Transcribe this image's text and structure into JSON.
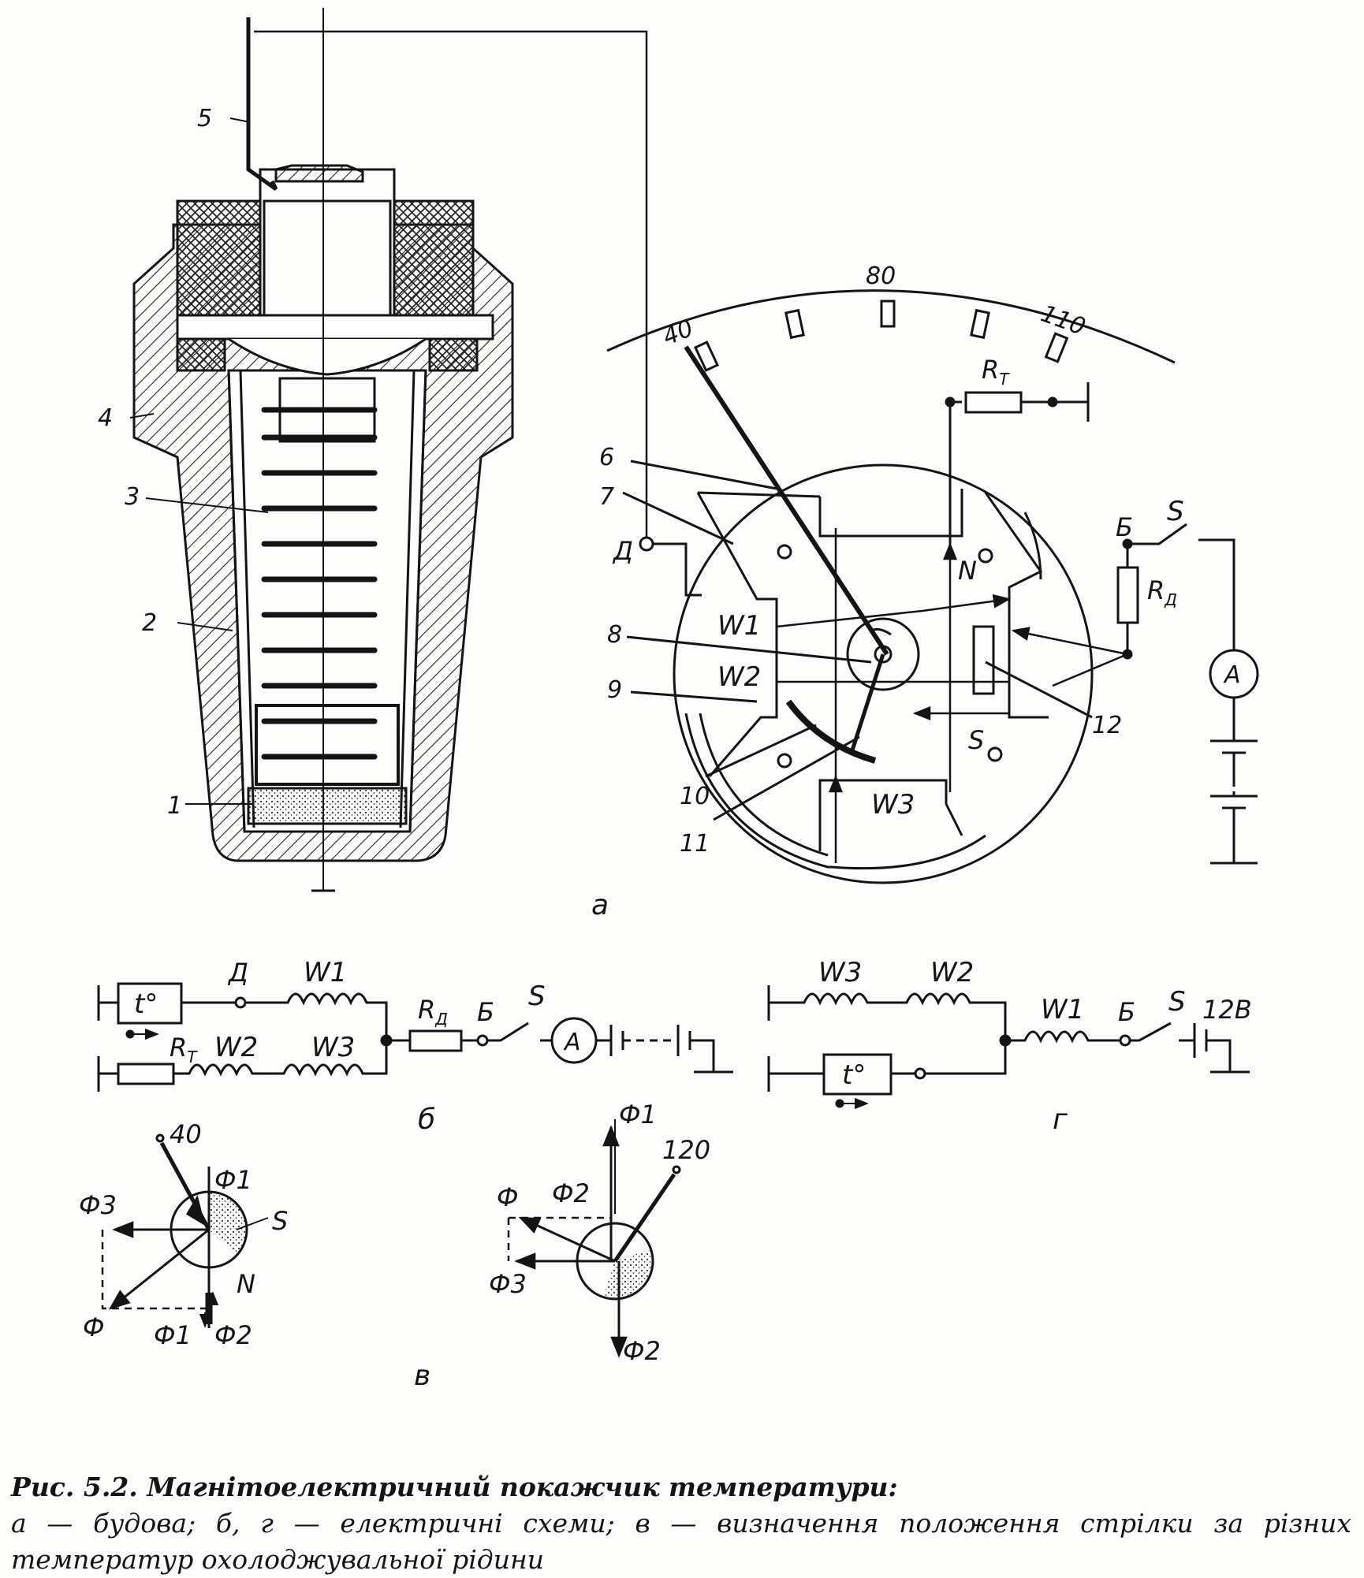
{
  "caption": {
    "title": "Рис. 5.2. Магнітоелектричний покажчик температури:",
    "body": "а — будова; б, г — електричні схеми; в — визначення положення стрілки за різних температур охолоджувальної рідини"
  },
  "panel_labels": {
    "a": "а",
    "b": "б",
    "v": "в",
    "g": "г"
  },
  "sensor_callouts": [
    "1",
    "2",
    "3",
    "4",
    "5"
  ],
  "gauge": {
    "callouts": [
      "6",
      "7",
      "8",
      "9",
      "10",
      "11",
      "12"
    ],
    "scale": [
      "40",
      "80",
      "110"
    ],
    "terminals": {
      "d": "Д",
      "b": "Б"
    },
    "coils": {
      "w1": "W1",
      "w2": "W2",
      "w3": "W3"
    },
    "poles": {
      "n": "N",
      "s": "S"
    },
    "rt": "R",
    "rt_sub": "Т",
    "rd": "R",
    "rd_sub": "Д",
    "switch": "S",
    "ammeter": "A"
  },
  "scheme_b": {
    "temp": "t°",
    "d": "Д",
    "w1": "W1",
    "w2": "W2",
    "w3": "W3",
    "rt": "R",
    "rt_sub": "Т",
    "rd": "R",
    "rd_sub": "Д",
    "b": "Б",
    "s": "S",
    "ammeter": "A"
  },
  "scheme_g": {
    "w3": "W3",
    "w2": "W2",
    "w1": "W1",
    "b": "Б",
    "s": "S",
    "voltage": "12В",
    "temp": "t°"
  },
  "vector_left": {
    "scale": "40",
    "phi": "Ф",
    "phi1": "Ф1",
    "phi2": "Ф2",
    "phi3": "Ф3",
    "s": "S",
    "n": "N",
    "phi1_b": "Ф1"
  },
  "vector_right": {
    "scale": "120",
    "phi": "Ф",
    "phi1": "Ф1",
    "phi2": "Ф2",
    "phi3": "Ф3",
    "phi2_b": "Ф2"
  }
}
